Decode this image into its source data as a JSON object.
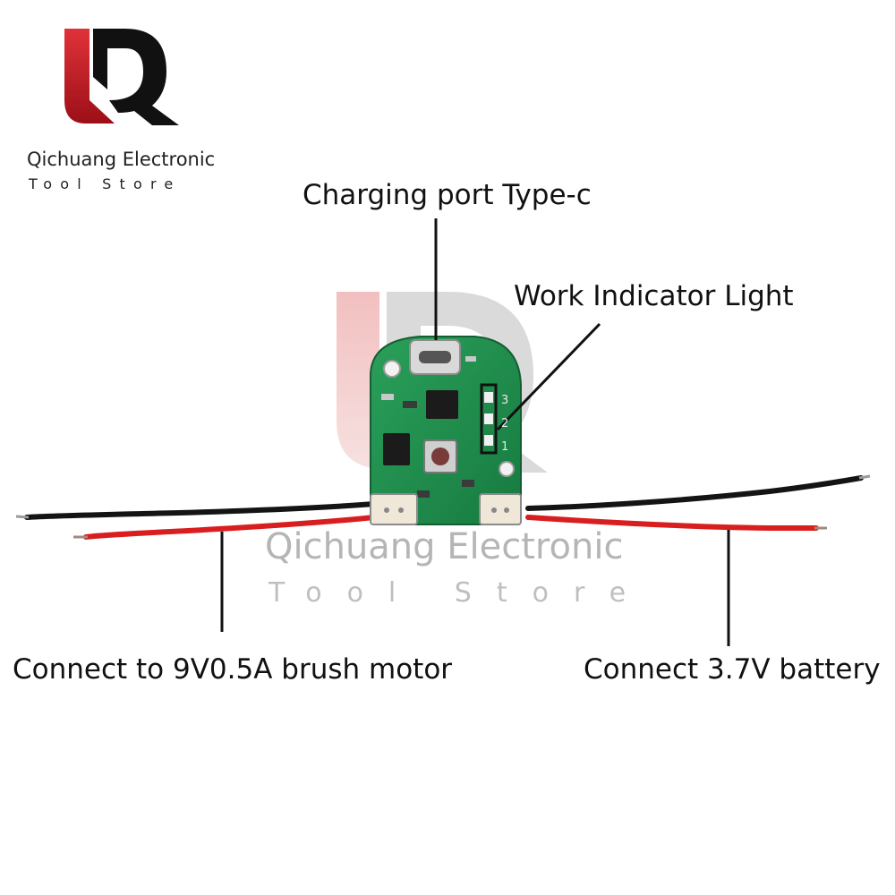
{
  "brand": {
    "name": "Qichuang Electronic",
    "subtitle": "Tool Store",
    "logo_colors": {
      "red": "#c0141e",
      "black": "#111111"
    }
  },
  "watermark": {
    "name": "Qichuang Electronic",
    "subtitle": "Tool Store"
  },
  "callouts": {
    "charging_port": "Charging port Type-c",
    "work_light": "Work Indicator Light",
    "motor": "Connect to 9V0.5A brush motor",
    "battery": "Connect 3.7V battery"
  },
  "board": {
    "pcb_color": "#1f8a4c",
    "led_numbers": [
      "3",
      "2",
      "1"
    ]
  },
  "wire_colors": {
    "red": "#d81e1e",
    "black": "#141414"
  }
}
